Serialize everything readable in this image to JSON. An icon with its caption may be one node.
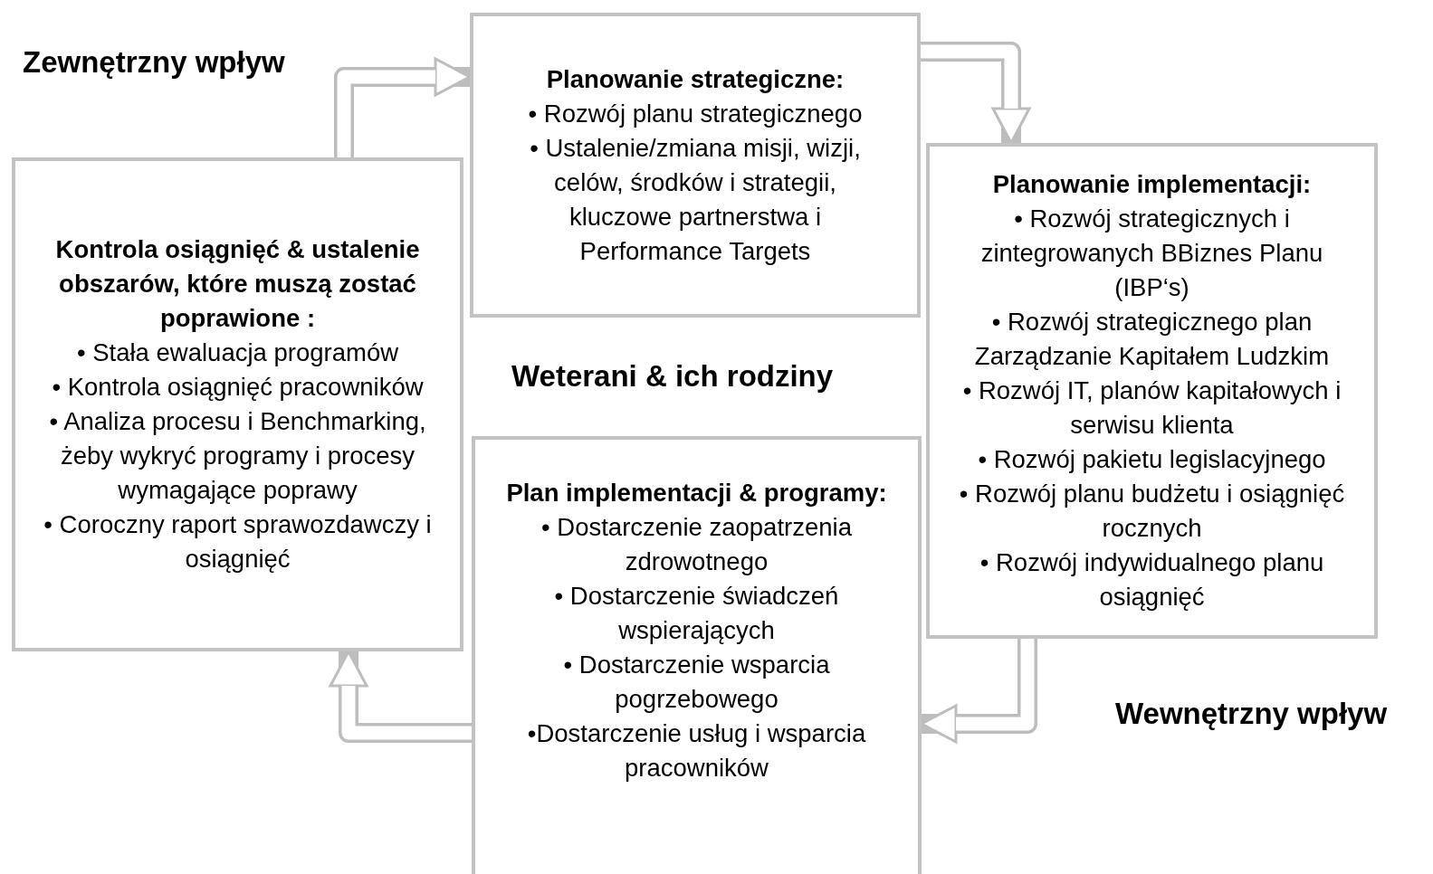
{
  "diagram": {
    "nodes": [
      {
        "text": [
          "Planowanie strategiczne:",
          "• Rozwój planu strategicznego",
          "• Ustalenie/zmiana misji, wizji, celów, środków i strategii, kluczowe partnerstwa i Performance Targets"
        ]
      },
      {
        "text": [
          "Planowanie implementacji:",
          "• Rozwój strategicznych i zintegrowanych BBiznes Planu (IBP‘s)",
          "• Rozwój strategicznego plan Zarządzanie Kapitałem Ludzkim",
          "• Rozwój IT, planów kapitałowych i serwisu klienta",
          "• Rozwój pakietu legislacyjnego",
          "• Rozwój planu budżetu i osiągnięć rocznych",
          "• Rozwój indywidualnego planu osiągnięć"
        ]
      },
      {
        "text": [
          "Plan implementacji & programy:",
          "• Dostarczenie zaopatrzenia zdrowotnego",
          "• Dostarczenie świadczeń wspierających",
          "• Dostarczenie wsparcia pogrzebowego",
          "•Dostarczenie usług i wsparcia pracowników"
        ]
      },
      {
        "text": [
          "Kontrola osiągnięć & ustalenie obszarów, które muszą zostać poprawione :",
          "• Stała ewaluacja programów",
          "• Kontrola osiągnięć pracowników",
          "• Analiza procesu i Benchmarking, żeby wykryć programy i procesy wymagające poprawy",
          "• Coroczny raport sprawozdawczy i osiągnięć"
        ]
      }
    ],
    "edges": [
      {
        "from": 3,
        "to": 0,
        "arrow": "to"
      },
      {
        "from": 0,
        "to": 1,
        "arrow": "to"
      },
      {
        "from": 1,
        "to": 2,
        "arrow": "to"
      },
      {
        "from": 2,
        "to": 3,
        "arrow": "to"
      }
    ],
    "labels": [
      "Zewnętrzny wpływ",
      "Weterani & ich rodziny",
      "Wewnętrzny wpływ"
    ]
  }
}
